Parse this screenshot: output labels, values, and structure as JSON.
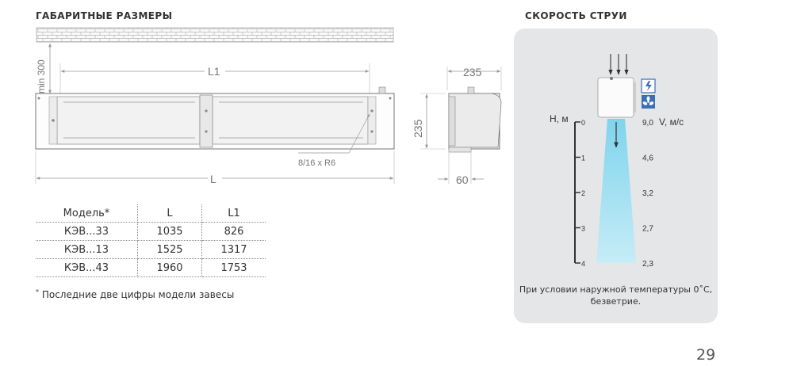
{
  "dimensions_section": {
    "title": "ГАБАРИТНЫЕ РАЗМЕРЫ",
    "labels": {
      "min_height": "min 300",
      "length_inner": "L1",
      "length_total": "L",
      "mount_slot": "8/16 x R6",
      "depth": "235",
      "height": "235",
      "mount_offset": "60"
    }
  },
  "spec_table": {
    "headers": [
      "Модель*",
      "L",
      "L1"
    ],
    "rows": [
      [
        "КЭВ...33",
        "1035",
        "826"
      ],
      [
        "КЭВ...13",
        "1525",
        "1317"
      ],
      [
        "КЭВ...43",
        "1960",
        "1753"
      ]
    ],
    "footnote_mark": "*",
    "footnote_text": "Последние две цифры модели завесы"
  },
  "speed_section": {
    "title": "СКОРОСТЬ СТРУИ",
    "height_axis_label": "Н,  м",
    "velocity_axis_label": "V, м/с",
    "height_ticks": [
      "0",
      "1",
      "2",
      "3",
      "4"
    ],
    "velocity_values": [
      "9,0",
      "4,6",
      "3,2",
      "2,7",
      "2,3"
    ],
    "icons": [
      "lightning-icon",
      "fan-icon"
    ],
    "note": "При условии наружной температуры 0˚С, безветрие.",
    "colors": {
      "panel": "#e4e6e8",
      "jet_top": "#7fd4ec",
      "jet_bottom": "#c6ecf7",
      "icon_blue": "#3a6fb5"
    }
  },
  "page": {
    "number": "29"
  }
}
